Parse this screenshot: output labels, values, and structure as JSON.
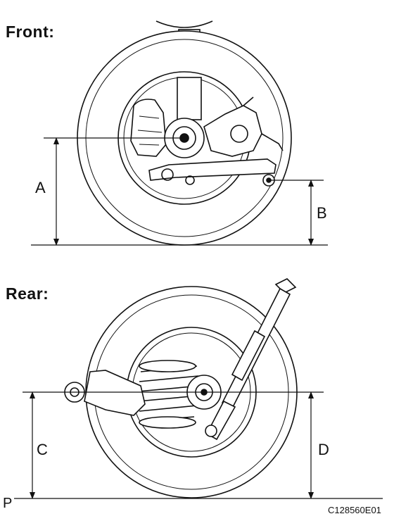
{
  "front": {
    "heading": "Front:",
    "dimensions": {
      "a": "A",
      "b": "B"
    }
  },
  "rear": {
    "heading": "Rear:",
    "dimensions": {
      "c": "C",
      "d": "D"
    }
  },
  "reference_plane": "P",
  "figure_code": "C128560E01"
}
